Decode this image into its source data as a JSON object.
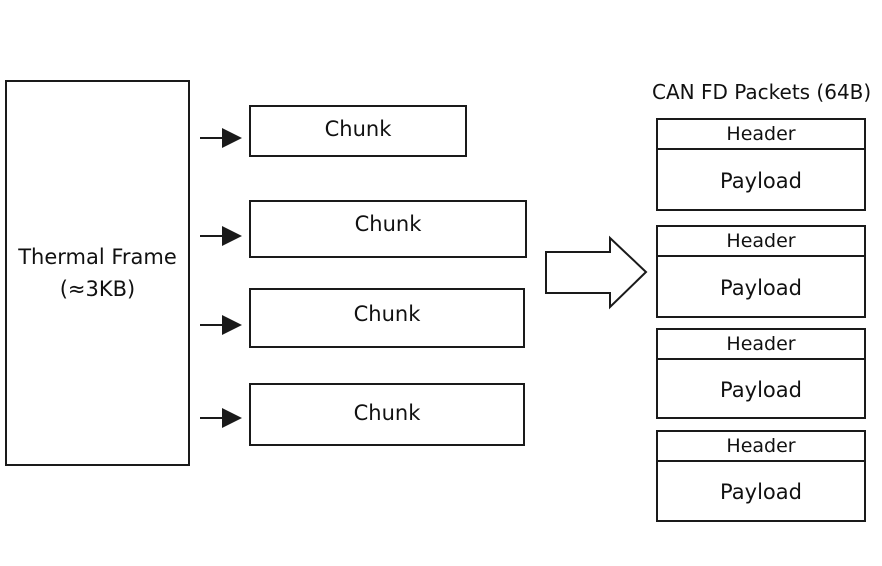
{
  "source": {
    "label_line1": "Thermal Frame",
    "label_line2": "(≈3KB)"
  },
  "chunks": [
    "Chunk",
    "Chunk",
    "Chunk",
    "Chunk"
  ],
  "packets_title": "CAN FD Packets (64B)",
  "packets": [
    {
      "header": "Header",
      "payload": "Payload"
    },
    {
      "header": "Header",
      "payload": "Payload"
    },
    {
      "header": "Header",
      "payload": "Payload"
    },
    {
      "header": "Header",
      "payload": "Payload"
    }
  ]
}
